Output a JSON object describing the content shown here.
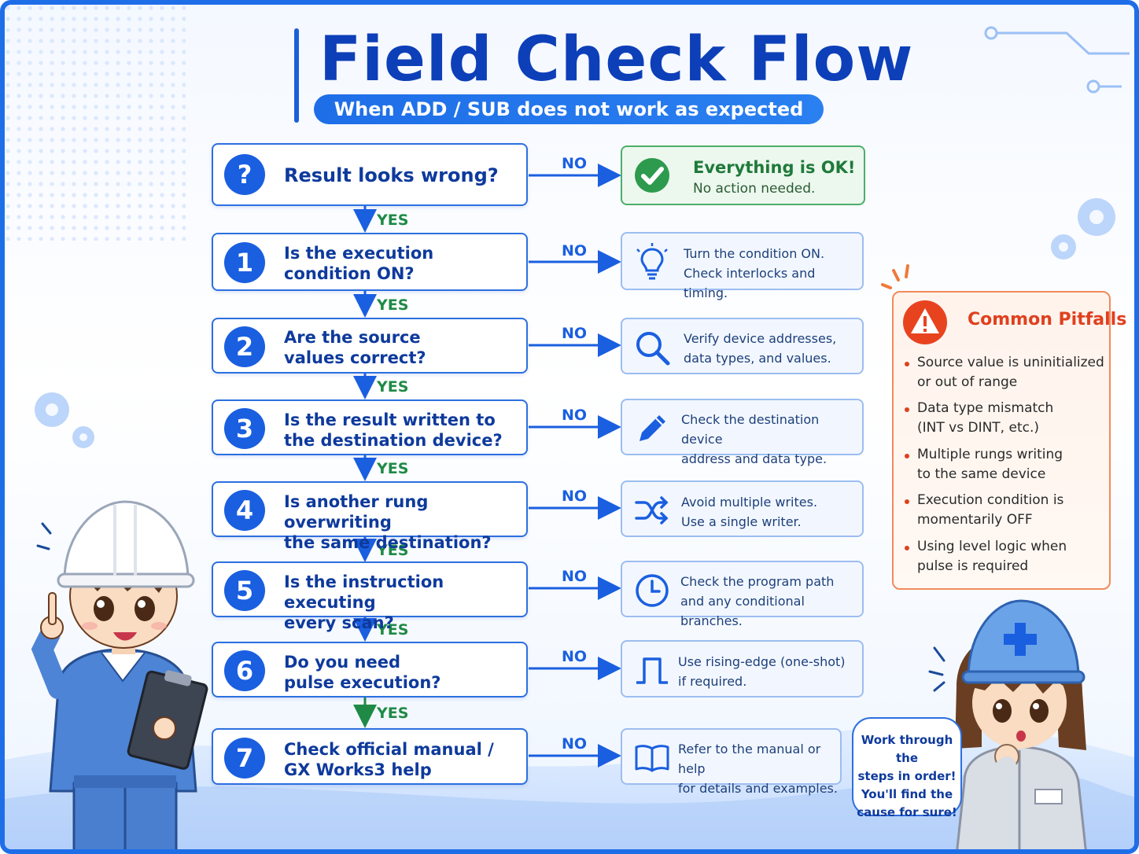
{
  "title": "Field Check Flow",
  "subtitle": "When ADD / SUB does not work as expected",
  "yes_label": "YES",
  "no_label": "NO",
  "start": {
    "symbol": "?",
    "question": "Result looks wrong?",
    "ok_title": "Everything is OK!",
    "ok_text": "No action needed."
  },
  "steps": [
    {
      "number": "1",
      "question": "Is the execution\ncondition ON?",
      "action": "Turn the condition ON.\nCheck interlocks and timing.",
      "icon": "lightbulb-icon"
    },
    {
      "number": "2",
      "question": "Are the source\nvalues correct?",
      "action": "Verify device addresses,\ndata types, and values.",
      "icon": "magnifier-icon"
    },
    {
      "number": "3",
      "question": "Is the result written to\nthe destination device?",
      "action": "Check the destination device\naddress and data type.",
      "icon": "pencil-icon"
    },
    {
      "number": "4",
      "question": "Is another rung overwriting\nthe same destination?",
      "action": "Avoid multiple writes.\nUse a single writer.",
      "icon": "shuffle-icon"
    },
    {
      "number": "5",
      "question": "Is the instruction executing\nevery scan?",
      "action": "Check the program path\nand any conditional branches.",
      "icon": "clock-icon"
    },
    {
      "number": "6",
      "question": "Do you need\npulse execution?",
      "action": "Use rising-edge (one-shot)\nif required.",
      "icon": "pulse-icon"
    },
    {
      "number": "7",
      "question": "Check official manual /\nGX Works3 help",
      "action": "Refer to the manual or help\nfor details and examples.",
      "icon": "book-icon"
    }
  ],
  "pitfalls": {
    "title": "Common Pitfalls",
    "items": [
      "Source value is uninitialized\nor out of range",
      "Data type mismatch\n(INT vs DINT, etc.)",
      "Multiple rungs writing\nto the same device",
      "Execution condition is\nmomentarily OFF",
      "Using level logic when\npulse is required"
    ]
  },
  "bubble_text": "Work through the\nsteps in order!\nYou'll find the\ncause for sure!",
  "colors": {
    "primary": "#1a5fe0",
    "title": "#0d3fb8",
    "yes": "#1f8a45",
    "ok": "#4caf6a",
    "warning": "#e0401e"
  }
}
